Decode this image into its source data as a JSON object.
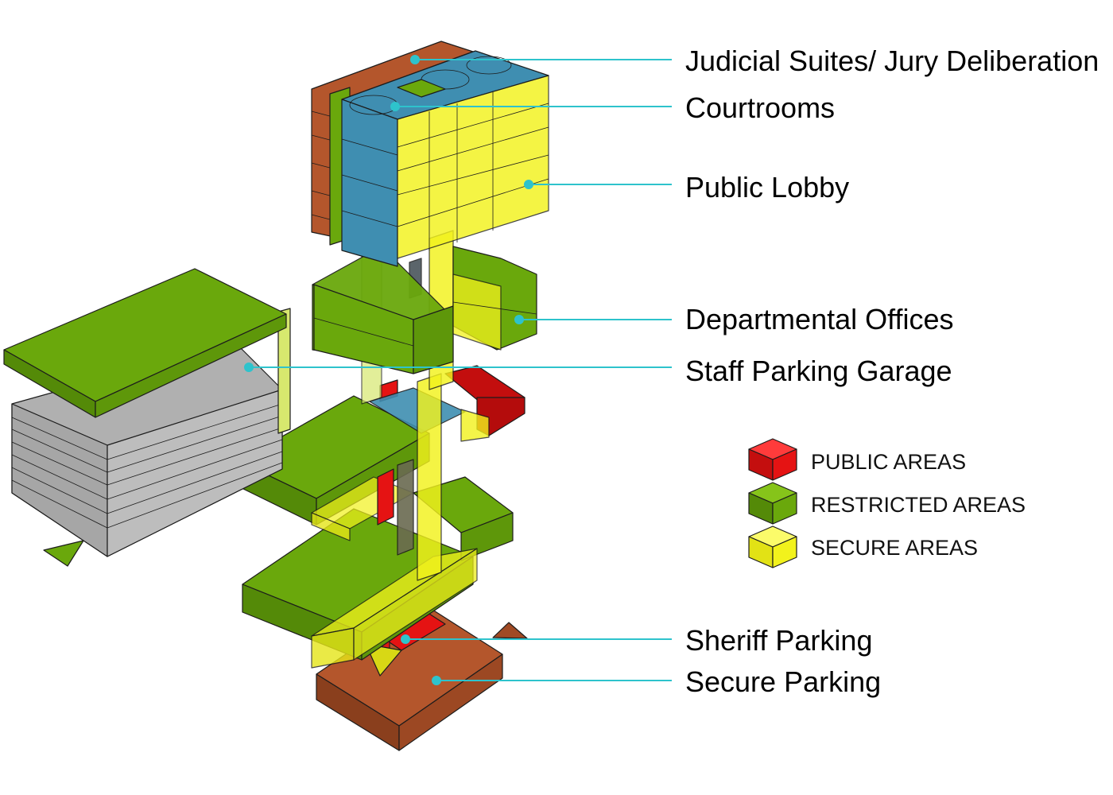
{
  "callouts": [
    {
      "label": "Judicial Suites/ Jury Deliberation"
    },
    {
      "label": "Courtrooms"
    },
    {
      "label": "Public Lobby"
    },
    {
      "label": "Departmental Offices"
    },
    {
      "label": "Staff Parking Garage"
    },
    {
      "label": "Sheriff Parking"
    },
    {
      "label": "Secure Parking"
    }
  ],
  "legend": [
    {
      "label": "PUBLIC AREAS",
      "color": "#e51313"
    },
    {
      "label": "RESTRICTED AREAS",
      "color": "#6aa80c"
    },
    {
      "label": "SECURE AREAS",
      "color": "#f2f21c"
    }
  ],
  "colors": {
    "public": "#e51313",
    "restricted": "#6aa80c",
    "secure": "#f2f21c",
    "courtroom": "#3f8eb1",
    "judicial": "#b4562c",
    "parking_structure": "#b0b0b0",
    "leader_line": "#2ec3cc"
  }
}
